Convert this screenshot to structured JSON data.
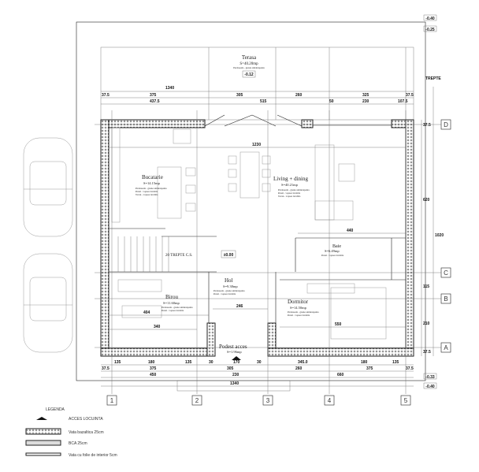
{
  "levels": {
    "top_right_1": "-0.40",
    "top_right_2": "-0.25",
    "bottom_right_1": "-0.33",
    "bottom_right_2": "-0.40",
    "terrace": "-0.12",
    "interior": "±0.00"
  },
  "terrace": {
    "name": "Terasa",
    "area": "S=40.20mp",
    "finish": "Pardoseala - gresie antiderapanta"
  },
  "steps_label": "TREPTE",
  "stair_label": "20 TREPTE C.S.",
  "rooms": [
    {
      "name": "Bucatarie",
      "area": "S=14.15mp"
    },
    {
      "name": "Living + dining",
      "area": "S=40.21mp"
    },
    {
      "name": "Baie",
      "area": "S=6.49mp"
    },
    {
      "name": "Hol",
      "area": "S=9.38mp"
    },
    {
      "name": "Birou",
      "area": "S=11.60mp"
    },
    {
      "name": "Dormitor",
      "area": "S=14.50mp"
    },
    {
      "name": "Podest acces",
      "area": "S=1.96mp"
    }
  ],
  "room_finish": [
    "Pardoseala - gresie antiderapanta",
    "Pereti - vopsea lavabila",
    "Tavan - vopsea lavabila"
  ],
  "dimensions": {
    "top_total": "1340",
    "top_row1": [
      "37.5",
      "375",
      "305",
      "260",
      "325",
      "37.5"
    ],
    "top_row2": [
      "437.5",
      "515",
      "50",
      "230",
      "107.5"
    ],
    "bottom_row1": [
      "135",
      "180",
      "135",
      "30",
      "170",
      "30",
      "345.0",
      "180",
      "135"
    ],
    "bottom_row2": [
      "37.5",
      "375",
      "305",
      "260",
      "375",
      "37.5"
    ],
    "bottom_row3": [
      "450",
      "230",
      "660"
    ],
    "bottom_total": "1340",
    "right": [
      "37.5",
      "620",
      "115",
      "210",
      "37.5"
    ],
    "right_total": "1020",
    "interior": [
      "1230",
      "440",
      "550",
      "404",
      "340",
      "246"
    ]
  },
  "axes_x": [
    "1",
    "2",
    "3",
    "4",
    "5"
  ],
  "axes_y": [
    "D",
    "C",
    "B",
    "A"
  ],
  "legend": {
    "title": "LEGENDA",
    "items": [
      "ACCES LOCUINTA",
      "Vata bazaltica 25cm",
      "BCA 25cm",
      "Vata cu folie de interior 5cm"
    ]
  }
}
